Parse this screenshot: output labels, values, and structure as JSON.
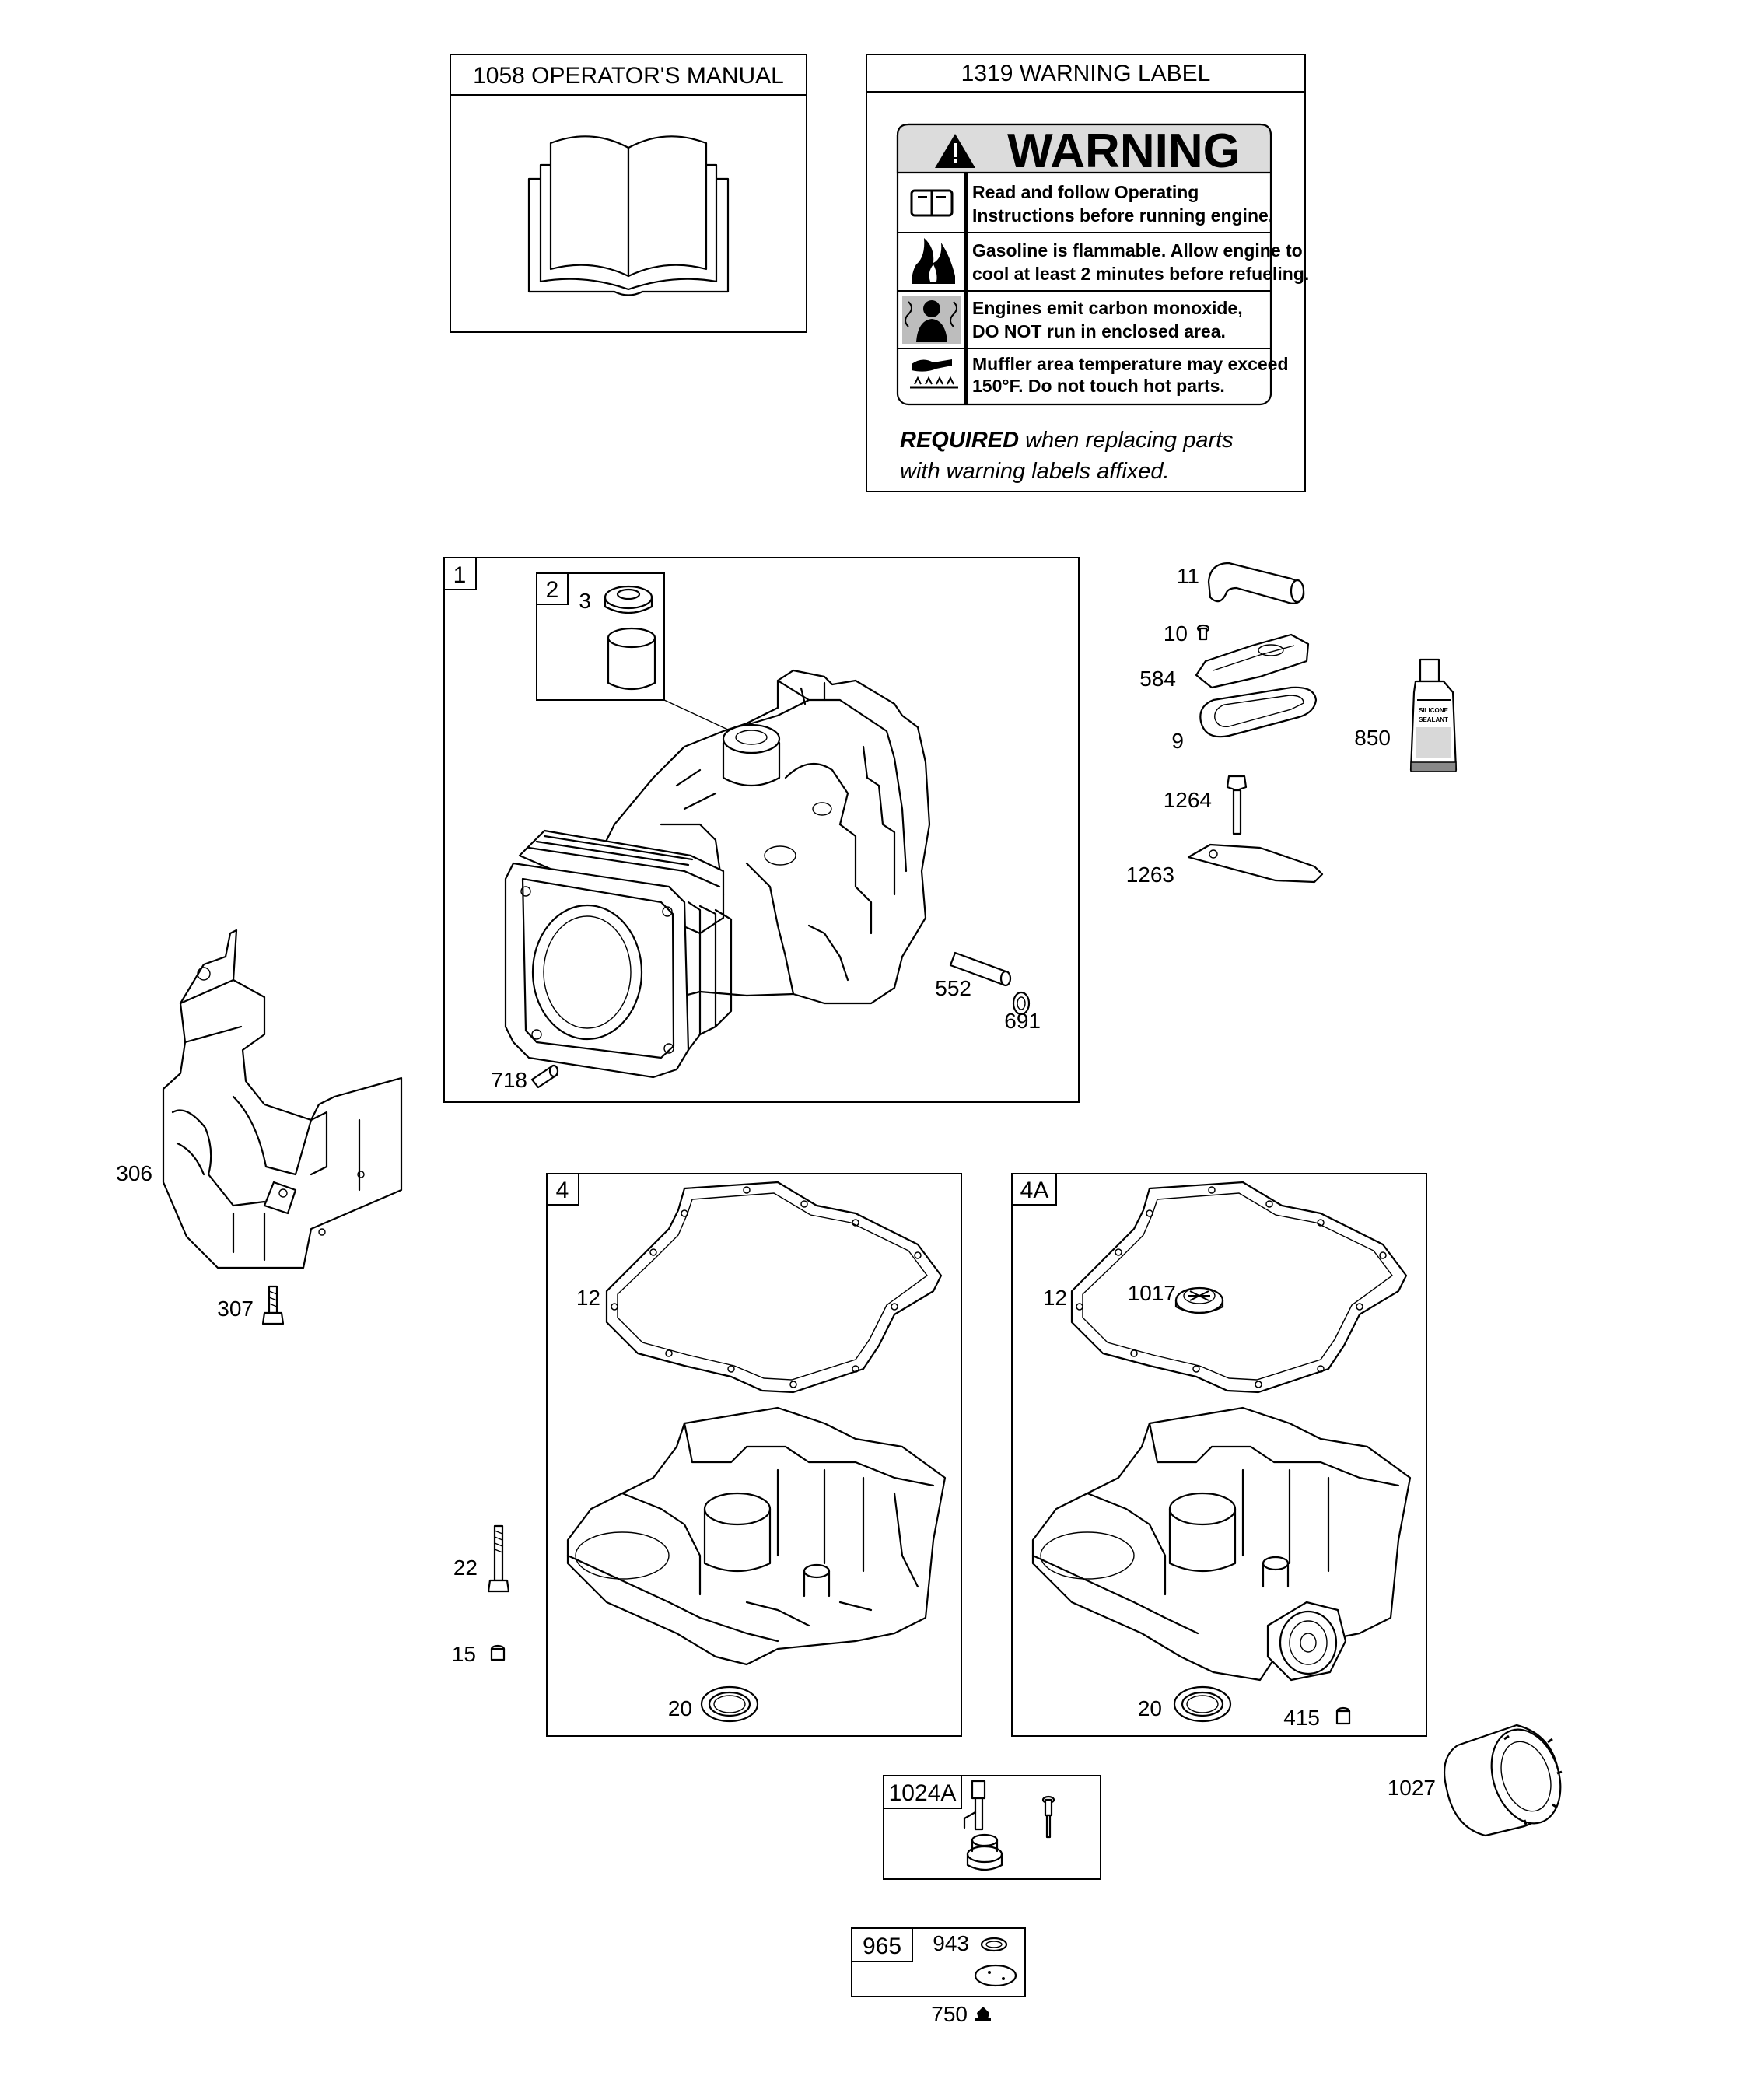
{
  "manual_box": {
    "title": "1058 OPERATOR'S MANUAL"
  },
  "warning_box": {
    "title": "1319 WARNING LABEL",
    "heading": "WARNING",
    "rows": [
      {
        "icon": "book-icon",
        "line1": "Read and follow Operating",
        "line2": "Instructions before running engine."
      },
      {
        "icon": "flame-icon",
        "line1": "Gasoline is flammable. Allow engine to",
        "line2": "cool at least 2 minutes before refueling."
      },
      {
        "icon": "fumes-icon",
        "line1": "Engines emit carbon monoxide,",
        "line2": "DO NOT run in enclosed area."
      },
      {
        "icon": "hot-surface-icon",
        "line1": "Muffler area temperature may exceed",
        "line2": "150°F.  Do not touch hot parts."
      }
    ],
    "required_bold": "REQUIRED",
    "required_rest": "when replacing parts",
    "required_line2": "with warning labels affixed."
  },
  "box_labels": {
    "cylinder": "1",
    "sleeve": "2",
    "sump": "4",
    "sump_alt": "4A",
    "pump_kit": "1024A",
    "seal_kit": "965"
  },
  "part_labels": {
    "p3": "3",
    "p718": "718",
    "p552": "552",
    "p691": "691",
    "p11": "11",
    "p10": "10",
    "p584": "584",
    "p9": "9",
    "p850": "850",
    "p1264": "1264",
    "p1263": "1263",
    "p306": "306",
    "p307": "307",
    "p12a": "12",
    "p12b": "12",
    "p1017": "1017",
    "p22": "22",
    "p15": "15",
    "p20a": "20",
    "p20b": "20",
    "p415": "415",
    "p1027": "1027",
    "p943": "943",
    "p750": "750"
  },
  "sealant_tube_text": [
    "SILICONE",
    "SEALANT"
  ]
}
